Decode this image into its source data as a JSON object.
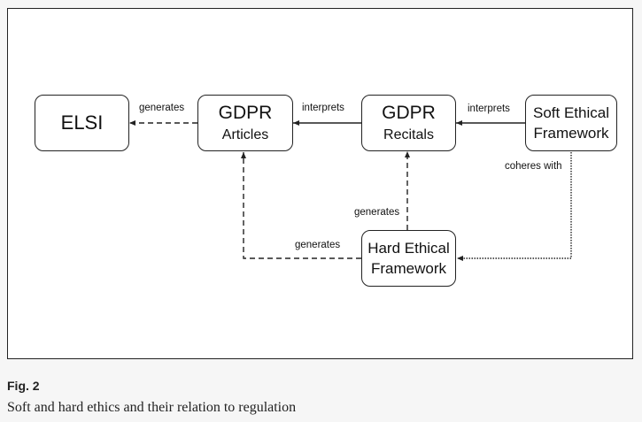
{
  "nodes": {
    "elsi": {
      "label": "ELSI"
    },
    "gdpr_articles": {
      "line1": "GDPR",
      "line2": "Articles"
    },
    "gdpr_recitals": {
      "line1": "GDPR",
      "line2": "Recitals"
    },
    "soft_ethical": {
      "line1": "Soft Ethical",
      "line2": "Framework"
    },
    "hard_ethical": {
      "line1": "Hard Ethical",
      "line2": "Framework"
    }
  },
  "edges": {
    "articles_to_elsi": "generates",
    "recitals_to_articles": "interprets",
    "soft_to_recitals": "interprets",
    "soft_to_hard": "coheres with",
    "hard_to_recitals": "generates",
    "hard_to_articles": "generates"
  },
  "caption": {
    "label": "Fig. 2",
    "text": "Soft and hard ethics and their relation to regulation"
  }
}
